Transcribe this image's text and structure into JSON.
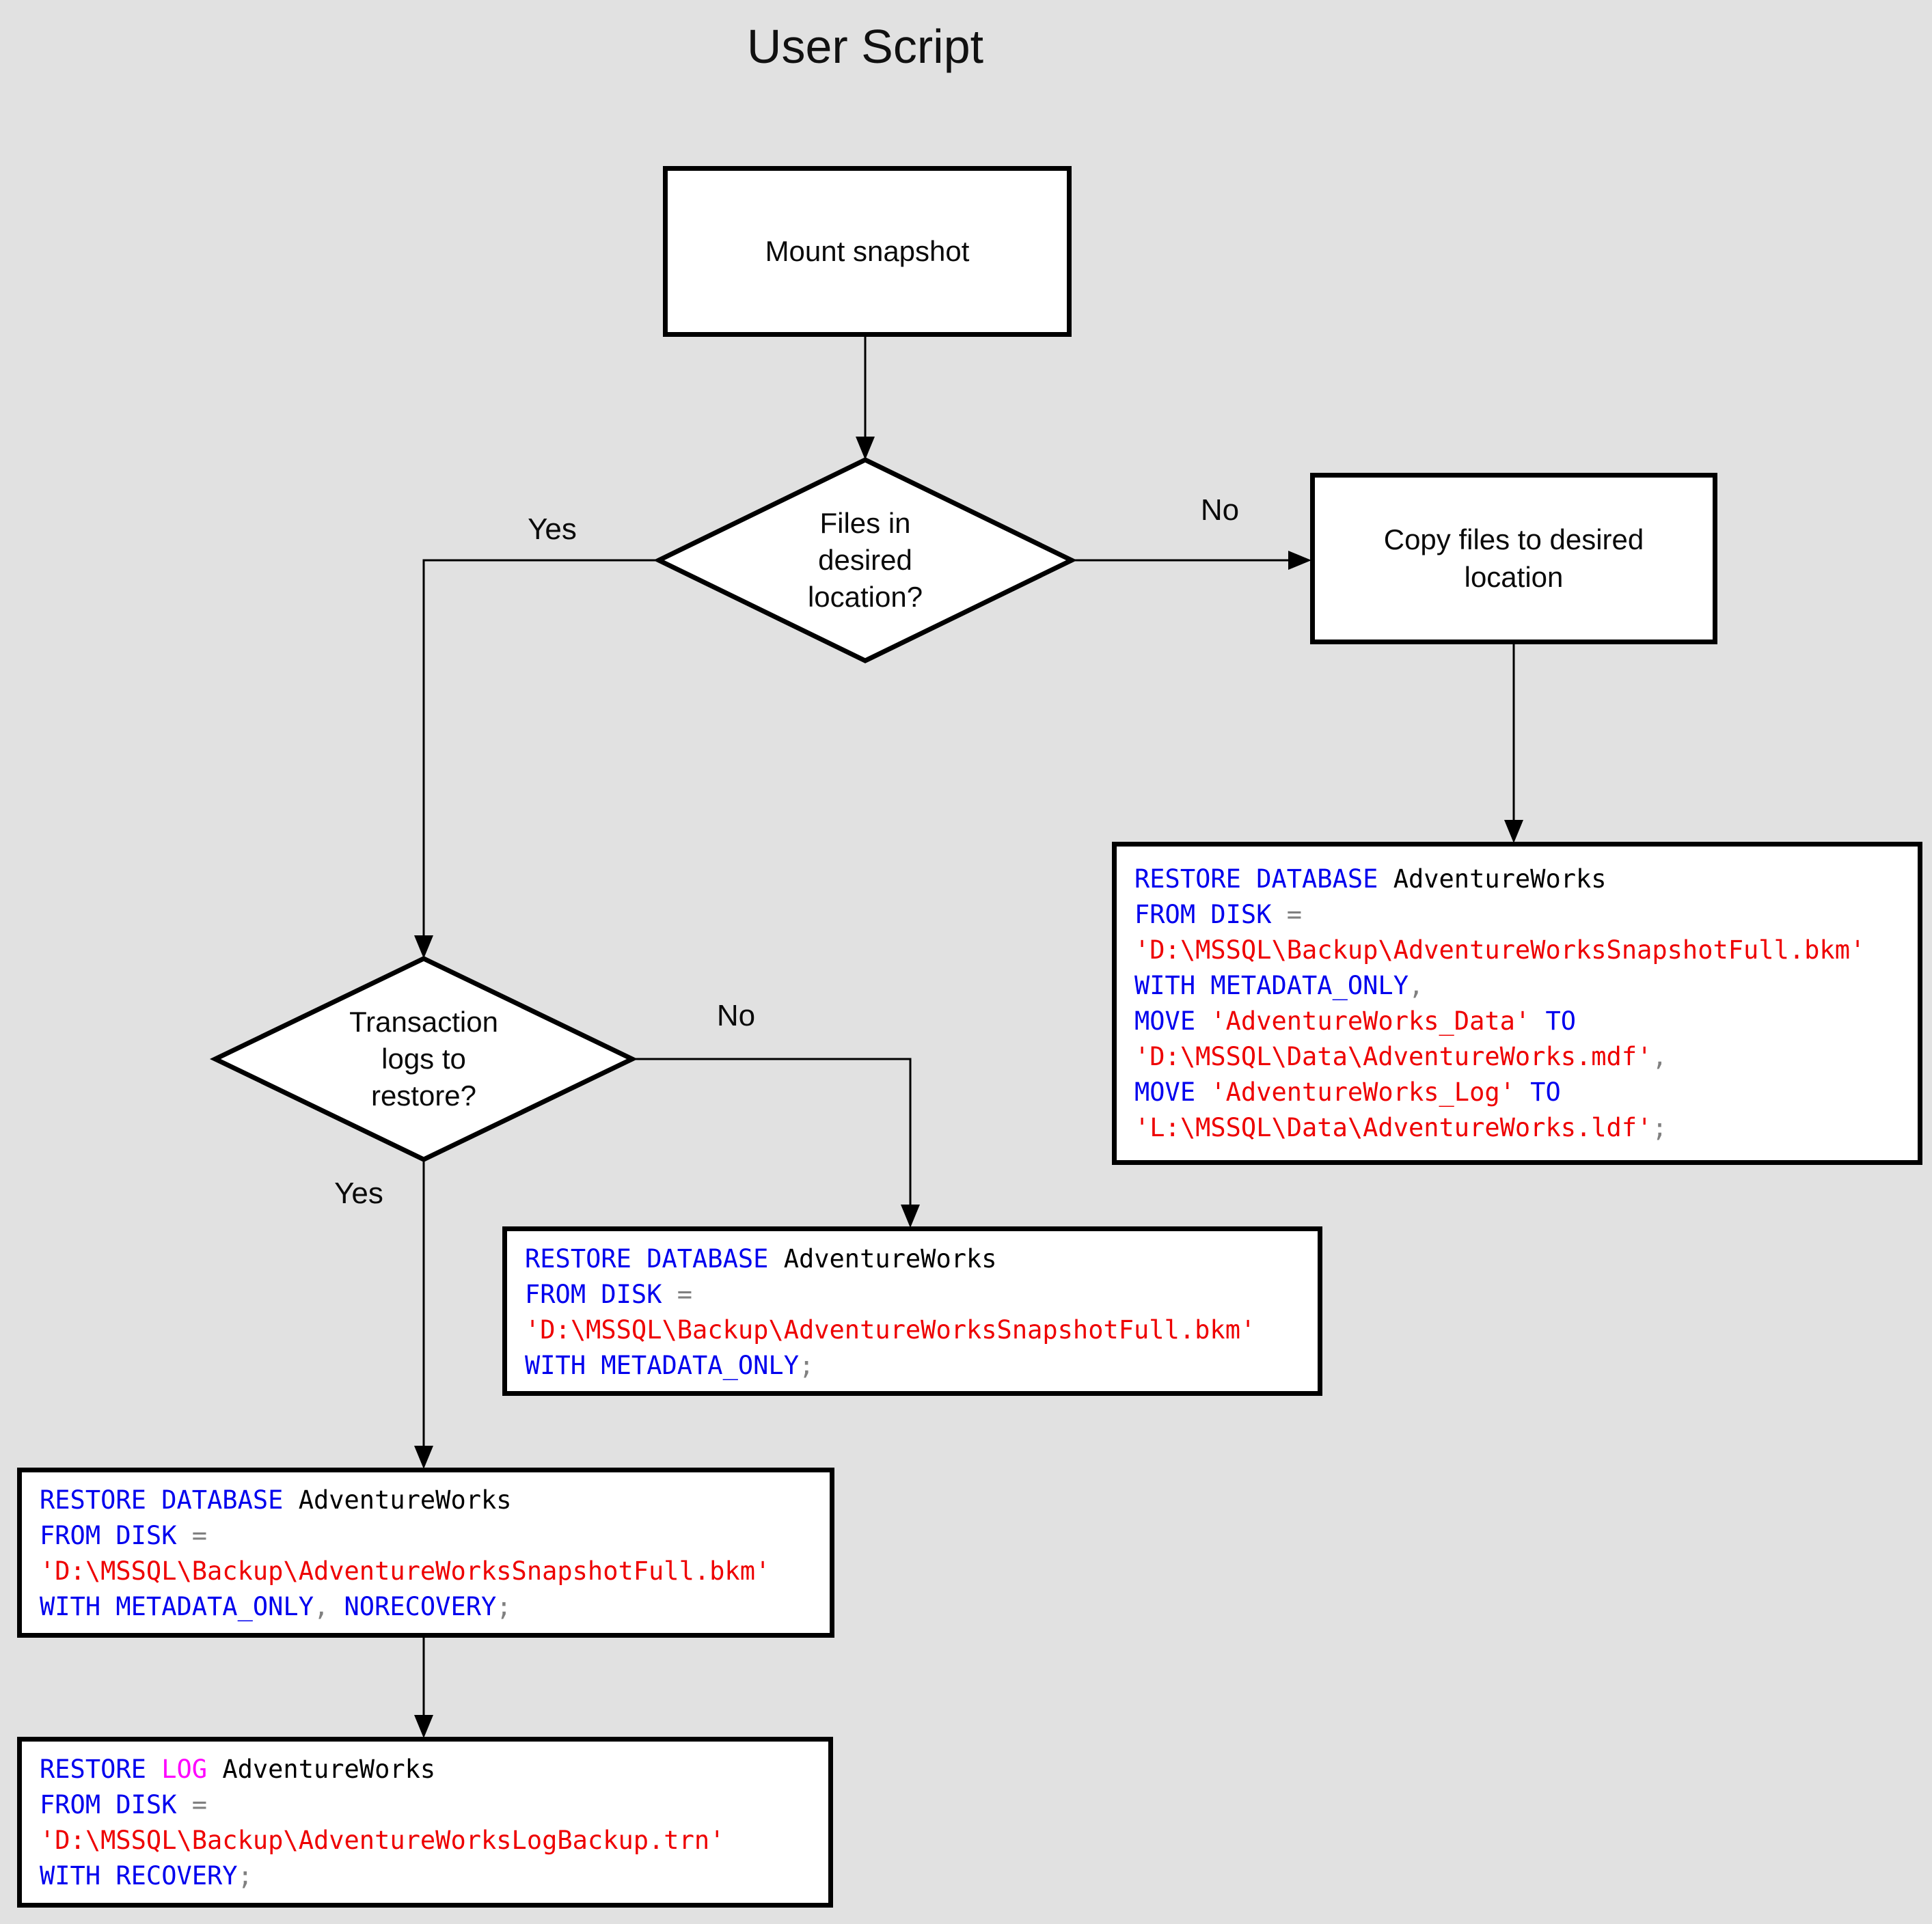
{
  "title": "User Script",
  "colors": {
    "background": "#e1e1e1",
    "keyword": "#0000ee",
    "string": "#ee0000",
    "operator": "#808080",
    "log_keyword": "#ff00ff",
    "identifier": "#000000"
  },
  "nodes": {
    "mount": {
      "label": "Mount snapshot"
    },
    "files_decision": {
      "lines": [
        "Files in",
        "desired",
        "location?"
      ]
    },
    "copy": {
      "lines": [
        "Copy files to desired",
        "location"
      ]
    },
    "logs_decision": {
      "lines": [
        "Transaction",
        "logs to",
        "restore?"
      ]
    }
  },
  "edge_labels": {
    "files_yes": "Yes",
    "files_no": "No",
    "logs_yes": "Yes",
    "logs_no": "No"
  },
  "code_boxes": {
    "copy_branch": {
      "lines": [
        [
          {
            "c": "kw",
            "t": "RESTORE DATABASE"
          },
          {
            "c": "id",
            "t": " AdventureWorks"
          }
        ],
        [
          {
            "c": "kw",
            "t": "FROM DISK"
          },
          {
            "c": "op",
            "t": " ="
          }
        ],
        [
          {
            "c": "str",
            "t": "'D:\\MSSQL\\Backup\\AdventureWorksSnapshotFull.bkm'"
          }
        ],
        [
          {
            "c": "kw",
            "t": "WITH METADATA_ONLY"
          },
          {
            "c": "op",
            "t": ","
          }
        ],
        [
          {
            "c": "kw",
            "t": "MOVE"
          },
          {
            "c": "str",
            "t": " 'AdventureWorks_Data'"
          },
          {
            "c": "kw",
            "t": " TO"
          }
        ],
        [
          {
            "c": "str",
            "t": "'D:\\MSSQL\\Data\\AdventureWorks.mdf'"
          },
          {
            "c": "op",
            "t": ","
          }
        ],
        [
          {
            "c": "kw",
            "t": "MOVE"
          },
          {
            "c": "str",
            "t": " 'AdventureWorks_Log'"
          },
          {
            "c": "kw",
            "t": " TO"
          }
        ],
        [
          {
            "c": "str",
            "t": "'L:\\MSSQL\\Data\\AdventureWorks.ldf'"
          },
          {
            "c": "op",
            "t": ";"
          }
        ]
      ]
    },
    "no_logs_branch": {
      "lines": [
        [
          {
            "c": "kw",
            "t": "RESTORE DATABASE"
          },
          {
            "c": "id",
            "t": " AdventureWorks"
          }
        ],
        [
          {
            "c": "kw",
            "t": "FROM DISK"
          },
          {
            "c": "op",
            "t": " ="
          }
        ],
        [
          {
            "c": "str",
            "t": "'D:\\MSSQL\\Backup\\AdventureWorksSnapshotFull.bkm'"
          }
        ],
        [
          {
            "c": "kw",
            "t": "WITH METADATA_ONLY"
          },
          {
            "c": "op",
            "t": ";"
          }
        ]
      ]
    },
    "logs_branch_restore_db": {
      "lines": [
        [
          {
            "c": "kw",
            "t": "RESTORE DATABASE"
          },
          {
            "c": "id",
            "t": " AdventureWorks"
          }
        ],
        [
          {
            "c": "kw",
            "t": "FROM DISK"
          },
          {
            "c": "op",
            "t": " ="
          }
        ],
        [
          {
            "c": "str",
            "t": "'D:\\MSSQL\\Backup\\AdventureWorksSnapshotFull.bkm'"
          }
        ],
        [
          {
            "c": "kw",
            "t": "WITH METADATA_ONLY"
          },
          {
            "c": "op",
            "t": ","
          },
          {
            "c": "kw",
            "t": " NORECOVERY"
          },
          {
            "c": "op",
            "t": ";"
          }
        ]
      ]
    },
    "logs_branch_restore_log": {
      "lines": [
        [
          {
            "c": "kw",
            "t": "RESTORE"
          },
          {
            "c": "log",
            "t": " LOG"
          },
          {
            "c": "id",
            "t": " AdventureWorks"
          }
        ],
        [
          {
            "c": "kw",
            "t": "FROM DISK"
          },
          {
            "c": "op",
            "t": " ="
          }
        ],
        [
          {
            "c": "str",
            "t": "'D:\\MSSQL\\Backup\\AdventureWorksLogBackup.trn'"
          }
        ],
        [
          {
            "c": "kw",
            "t": "WITH RECOVERY"
          },
          {
            "c": "op",
            "t": ";"
          }
        ]
      ]
    }
  }
}
